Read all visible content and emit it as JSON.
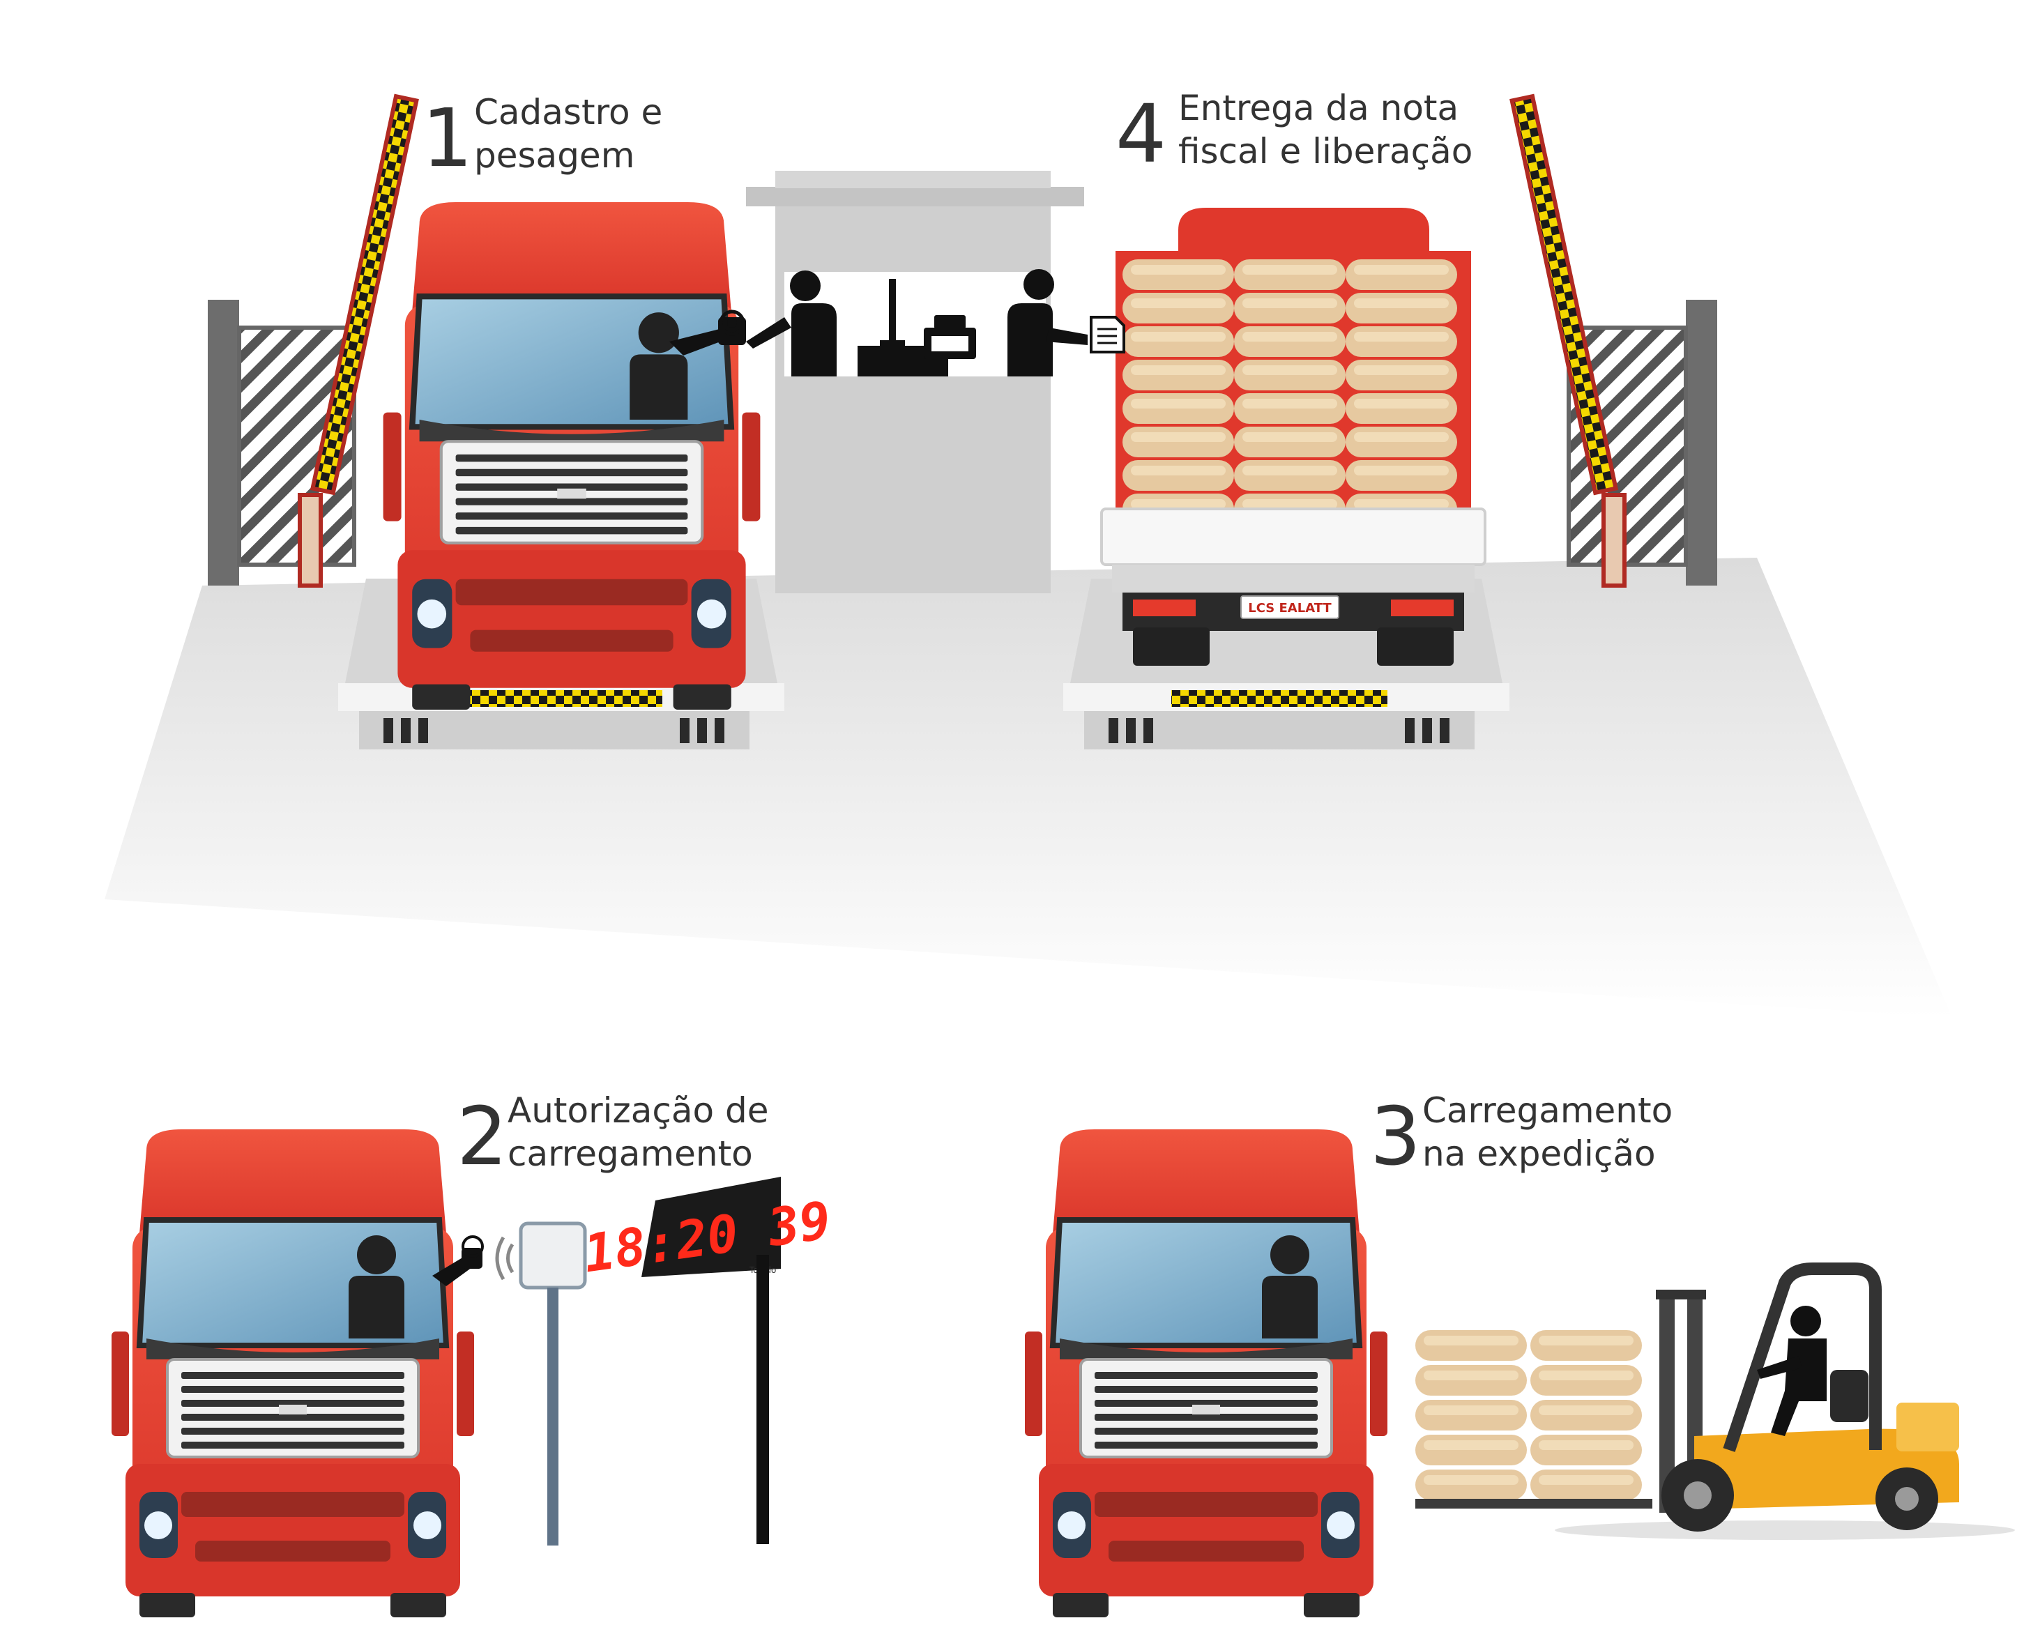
{
  "steps": [
    {
      "number": "1",
      "line1": "Cadastro e",
      "line2": "pesagem"
    },
    {
      "number": "2",
      "line1": "Autorização de",
      "line2": "carregamento"
    },
    {
      "number": "3",
      "line1": "Carregamento",
      "line2": "na expedição"
    },
    {
      "number": "4",
      "line1": "Entrega da nota",
      "line2": "fiscal e liberação"
    }
  ],
  "truck_plate": "LCS  EALATT",
  "led_display": "18:20 39",
  "display_brand": "Toledo",
  "colors": {
    "truck_red": "#e0382c",
    "truck_dark_red": "#b32a22",
    "windshield": "#7fb0cf",
    "barrier_yellow": "#f5d800",
    "scale_gray": "#d6d6d6",
    "booth_gray": "#c9c9c9",
    "sack": "#e6c9a0",
    "forklift_orange": "#f2a81d",
    "led_red": "#ff2a1a"
  },
  "icons": [
    "rfid-card-icon",
    "document-icon",
    "computer-icon",
    "cash-register-icon",
    "signal-waves-icon"
  ]
}
